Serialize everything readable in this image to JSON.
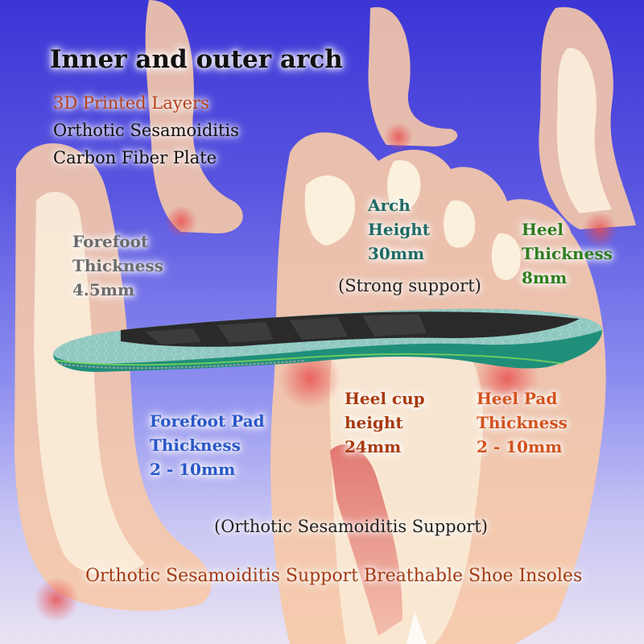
{
  "title": "Inner and outer arch",
  "features": [
    {
      "text": "3D Printed Layers",
      "color": "#b5421b"
    },
    {
      "text": "Orthotic Sesamoiditis",
      "color": "#111111"
    },
    {
      "text": "Carbon Fiber Plate",
      "color": "#111111"
    }
  ],
  "callouts": {
    "forefoot_thickness": {
      "lines": [
        "Forefoot",
        "Thickness",
        "4.5mm"
      ],
      "color": "#6b6b6b"
    },
    "arch_height": {
      "lines": [
        "Arch",
        "Height",
        "30mm"
      ],
      "color": "#1e6b65"
    },
    "arch_note": "(Strong support)",
    "heel_thickness": {
      "lines": [
        "Heel",
        "Thickness",
        "8mm"
      ],
      "color": "#2e7d1e"
    },
    "forefoot_pad": {
      "lines": [
        "Forefoot Pad",
        "Thickness",
        "2 - 10mm"
      ],
      "color": "#2a58c8"
    },
    "heel_cup": {
      "lines": [
        "Heel cup",
        "height",
        "24mm"
      ],
      "color": "#a8390f"
    },
    "heel_pad": {
      "lines": [
        "Heel Pad",
        "Thickness",
        "2 - 10mm"
      ],
      "color": "#d3521d"
    }
  },
  "support_note": "(Orthotic Sesamoiditis Support)",
  "bottom_caption": "Orthotic Sesamoiditis Support Breathable Shoe Insoles",
  "colors": {
    "background_top": "#3c35d6",
    "background_bottom": "#e9e3f2",
    "skin": "#f6c9a8",
    "bone": "#fbf0dc",
    "insole_base": "#1f8f7a",
    "insole_mesh": "#eef6f7",
    "carbon_plate": "#2a2a2a"
  },
  "icons": [
    "foot-illustration",
    "insole-illustration"
  ]
}
